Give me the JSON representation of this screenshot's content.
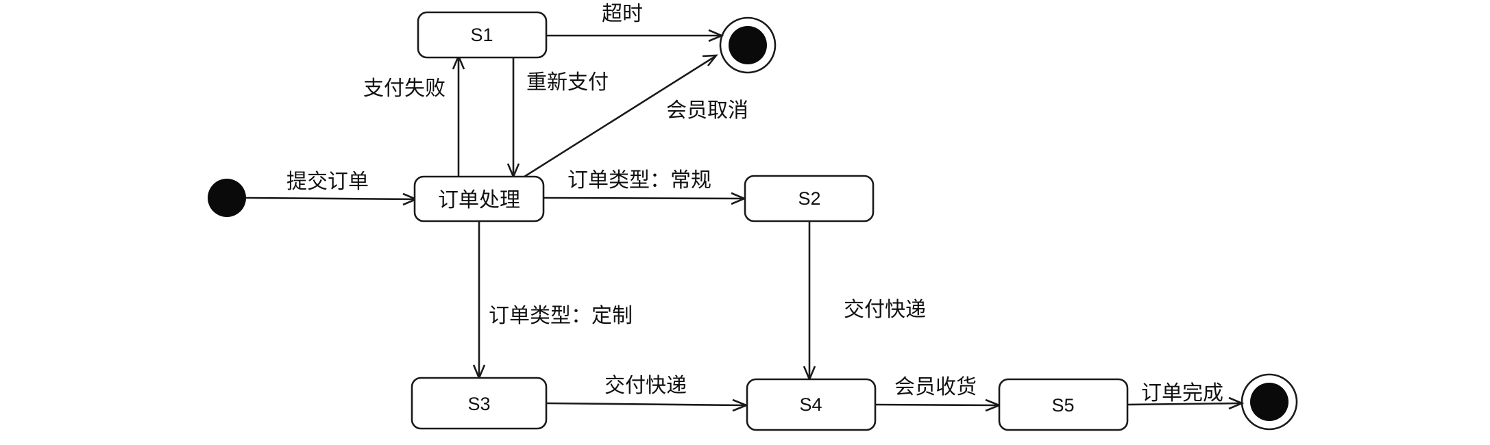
{
  "states": {
    "processing": "订单处理",
    "s1": "S1",
    "s2": "S2",
    "s3": "S3",
    "s4": "S4",
    "s5": "S5"
  },
  "transitions": {
    "submit_order": "提交订单",
    "payment_failed": "支付失败",
    "repay": "重新支付",
    "timeout": "超时",
    "member_cancel": "会员取消",
    "type_regular": "订单类型：常规",
    "type_custom": "订单类型：定制",
    "deliver_express_s2": "交付快递",
    "deliver_express_s3": "交付快递",
    "member_receive": "会员收货",
    "order_complete": "订单完成"
  },
  "colors": {
    "line": "#1a1a1a",
    "text": "#111111",
    "dot": "#0a0a0a",
    "background": "#ffffff"
  }
}
